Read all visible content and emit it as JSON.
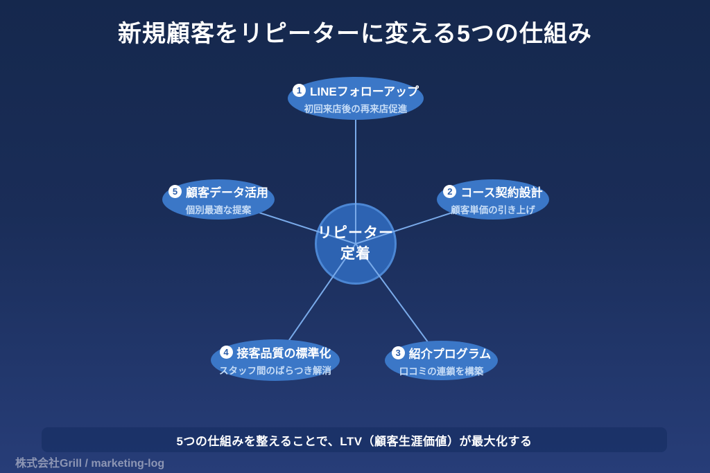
{
  "title": "新規顧客をリピーターに変える5つの仕組み",
  "hub": {
    "label_line1": "リピーター",
    "label_line2": "定着"
  },
  "nodes": [
    {
      "num": "1",
      "title": "LINEフォローアップ",
      "subtitle": "初回来店後の再来店促進"
    },
    {
      "num": "2",
      "title": "コース契約設計",
      "subtitle": "顧客単価の引き上げ"
    },
    {
      "num": "3",
      "title": "紹介プログラム",
      "subtitle": "口コミの連鎖を構築"
    },
    {
      "num": "4",
      "title": "接客品質の標準化",
      "subtitle": "スタッフ間のばらつき解消"
    },
    {
      "num": "5",
      "title": "顧客データ活用",
      "subtitle": "個別最適な提案"
    }
  ],
  "banner": "5つの仕組みを整えることで、LTV（顧客生涯価値）が最大化する",
  "footer": "株式会社Grill / marketing-log",
  "colors": {
    "background_top": "#15284d",
    "background_bottom": "#273d78",
    "node_fill": "#3b77c7",
    "hub_fill": "#2d63b2",
    "hub_border": "#4c87d4",
    "line": "#7aabea",
    "title_text": "#ffffff",
    "subtitle_text": "#c6dcf6",
    "footer_text": "#8d96b4"
  }
}
